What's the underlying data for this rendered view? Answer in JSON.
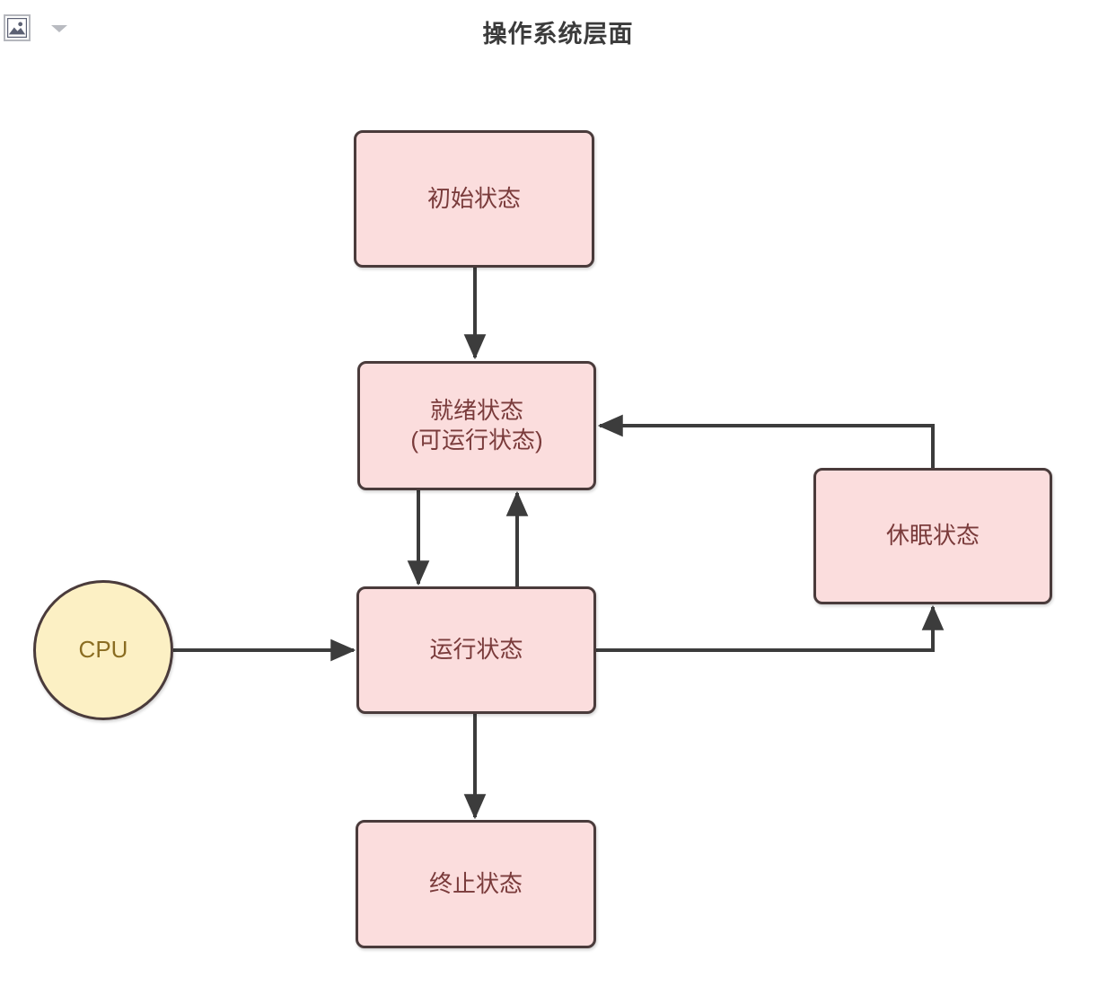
{
  "toolbar": {
    "image_icon": "image-placeholder-icon",
    "caret_icon": "chevron-down-icon"
  },
  "diagram": {
    "title": "操作系统层面",
    "colors": {
      "node_fill": "#fbdddd",
      "node_border": "#4a3b3b",
      "node_text": "#7a3b3b",
      "cpu_fill": "#fcf0c4",
      "cpu_text": "#8a6d22",
      "edge": "#3c3c3c",
      "background": "#ffffff",
      "title_text": "#3b3b3b"
    },
    "nodes": [
      {
        "id": "initial",
        "label": "初始状态",
        "shape": "rect"
      },
      {
        "id": "ready",
        "label": "就绪状态\n(可运行状态)",
        "shape": "rect"
      },
      {
        "id": "running",
        "label": "运行状态",
        "shape": "rect"
      },
      {
        "id": "terminated",
        "label": "终止状态",
        "shape": "rect"
      },
      {
        "id": "dormant",
        "label": "休眠状态",
        "shape": "rect"
      },
      {
        "id": "cpu",
        "label": "CPU",
        "shape": "circle"
      }
    ],
    "edges": [
      {
        "from": "initial",
        "to": "ready",
        "label": ""
      },
      {
        "from": "ready",
        "to": "running",
        "label": ""
      },
      {
        "from": "running",
        "to": "ready",
        "label": ""
      },
      {
        "from": "running",
        "to": "terminated",
        "label": ""
      },
      {
        "from": "running",
        "to": "dormant",
        "label": ""
      },
      {
        "from": "dormant",
        "to": "ready",
        "label": ""
      },
      {
        "from": "cpu",
        "to": "running",
        "label": ""
      }
    ]
  }
}
